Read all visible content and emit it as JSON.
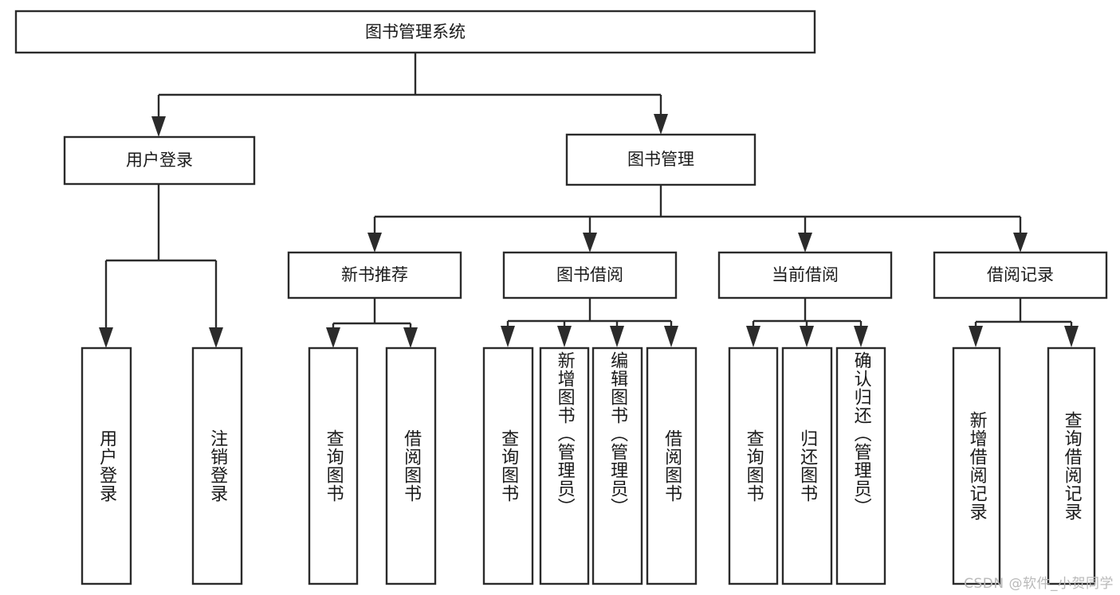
{
  "diagram": {
    "type": "tree-hierarchy-flowchart",
    "title": "图书管理系统",
    "root": {
      "id": "root",
      "label": "图书管理系统",
      "orientation": "horizontal"
    },
    "level2": [
      {
        "id": "user-login",
        "label": "用户登录",
        "orientation": "horizontal"
      },
      {
        "id": "book-manage",
        "label": "图书管理",
        "orientation": "horizontal"
      }
    ],
    "level3": [
      {
        "id": "new-book-recommend",
        "label": "新书推荐",
        "orientation": "horizontal",
        "parent": "book-manage"
      },
      {
        "id": "book-borrow",
        "label": "图书借阅",
        "orientation": "horizontal",
        "parent": "book-manage"
      },
      {
        "id": "current-borrow",
        "label": "当前借阅",
        "orientation": "horizontal",
        "parent": "book-manage"
      },
      {
        "id": "borrow-record",
        "label": "借阅记录",
        "orientation": "horizontal",
        "parent": "book-manage"
      }
    ],
    "leaves": [
      {
        "id": "leaf-user-login",
        "label": "用户登录",
        "orientation": "vertical",
        "parent": "user-login"
      },
      {
        "id": "leaf-user-logout",
        "label": "注销登录",
        "orientation": "vertical",
        "parent": "user-login"
      },
      {
        "id": "leaf-query-book-1",
        "label": "查询图书",
        "orientation": "vertical",
        "parent": "new-book-recommend"
      },
      {
        "id": "leaf-borrow-book-1",
        "label": "借阅图书",
        "orientation": "vertical",
        "parent": "new-book-recommend"
      },
      {
        "id": "leaf-query-book-2",
        "label": "查询图书",
        "orientation": "vertical",
        "parent": "book-borrow"
      },
      {
        "id": "leaf-add-book",
        "label": "新增图书（管理员）",
        "orientation": "vertical",
        "parent": "book-borrow"
      },
      {
        "id": "leaf-edit-book",
        "label": "编辑图书（管理员）",
        "orientation": "vertical",
        "parent": "book-borrow"
      },
      {
        "id": "leaf-borrow-book-2",
        "label": "借阅图书",
        "orientation": "vertical",
        "parent": "book-borrow"
      },
      {
        "id": "leaf-query-book-3",
        "label": "查询图书",
        "orientation": "vertical",
        "parent": "current-borrow"
      },
      {
        "id": "leaf-return-book",
        "label": "归还图书",
        "orientation": "vertical",
        "parent": "current-borrow"
      },
      {
        "id": "leaf-confirm-return",
        "label": "确认归还（管理员）",
        "orientation": "vertical",
        "parent": "current-borrow"
      },
      {
        "id": "leaf-add-record",
        "label": "新增借阅记录",
        "orientation": "vertical",
        "parent": "borrow-record"
      },
      {
        "id": "leaf-query-record",
        "label": "查询借阅记录",
        "orientation": "vertical",
        "parent": "borrow-record"
      }
    ]
  },
  "watermark": {
    "text": "CSDN @软件_小贺同学"
  },
  "colors": {
    "background": "#ffffff",
    "node_fill": "#ffffff",
    "node_stroke": "#2b2b2b",
    "connector": "#2b2b2b",
    "text": "#1a1a1a",
    "watermark": "#b9b9b9"
  }
}
